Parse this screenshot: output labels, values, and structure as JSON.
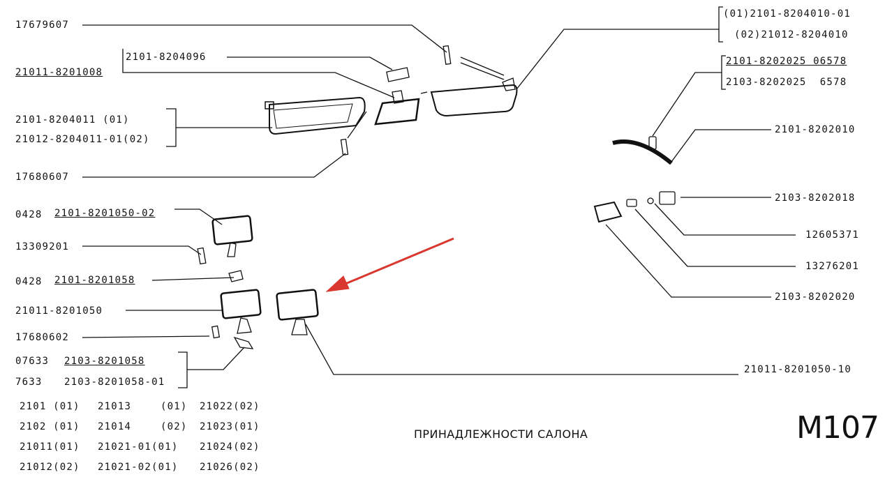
{
  "title": "ПРИНАДЛЕЖНОСТИ САЛОНА",
  "sheet_code": "M107",
  "labels": {
    "l1": "17679607",
    "l2": "2101-8204096",
    "l3": "21011-8201008",
    "l4": "2101-8204011 (01)",
    "l5": "21012-8204011-01(02)",
    "l6": "17680607",
    "l7": "0428",
    "l8": "2101-8201050-02",
    "l9": "13309201",
    "l10": "0428",
    "l11": "2101-8201058",
    "l12": "21011-8201050",
    "l13": "17680602",
    "l14": "07633",
    "l15": "2103-8201058",
    "l16": "7633",
    "l17": "2103-8201058-01",
    "r1": "(01)2101-8204010-01",
    "r2": "(02)21012-8204010",
    "r3": "2101-8202025 06578",
    "r4": "2103-8202025  6578",
    "r5": "2101-8202010",
    "r6": "2103-8202018",
    "r7": "12605371",
    "r8": "13276201",
    "r9": "2103-8202020",
    "r10": "21011-8201050-10"
  },
  "applicability": [
    [
      "2101 (01)",
      "21013",
      "(01)",
      "21022(02)"
    ],
    [
      "2102 (01)",
      "21014",
      "(02)",
      "21023(01)"
    ],
    [
      "21011(01)",
      "21021-01(01)",
      "",
      "21024(02)"
    ],
    [
      "21012(02)",
      "21021-02(01)",
      "",
      "21026(02)"
    ]
  ],
  "colors": {
    "ink": "#111111",
    "arrow": "#d9372f"
  }
}
